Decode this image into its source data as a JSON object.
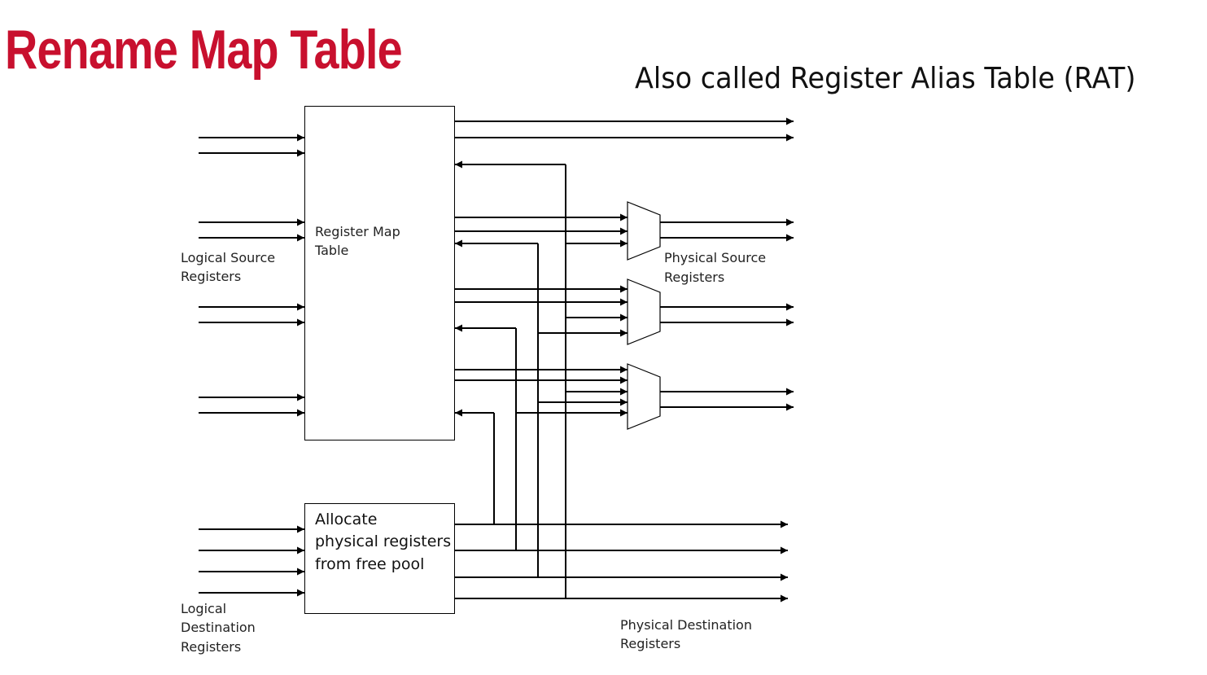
{
  "slide": {
    "title": "Rename Map Table",
    "subtitle": "Also called Register Alias Table (RAT)"
  },
  "diagram": {
    "register_map_table": {
      "line1": "Register Map",
      "line2": "Table"
    },
    "allocator": {
      "line1": "Allocate",
      "line2": "physical registers",
      "line3": "from free pool"
    },
    "labels": {
      "logical_source": [
        "Logical Source",
        "Registers"
      ],
      "physical_source": [
        "Physical Source",
        "Registers"
      ],
      "logical_destination": [
        "Logical",
        "Destination",
        "Registers"
      ],
      "physical_destination": [
        "Physical Destination",
        "Registers"
      ]
    }
  },
  "colors": {
    "title": "#c8102e",
    "line": "#000000"
  }
}
